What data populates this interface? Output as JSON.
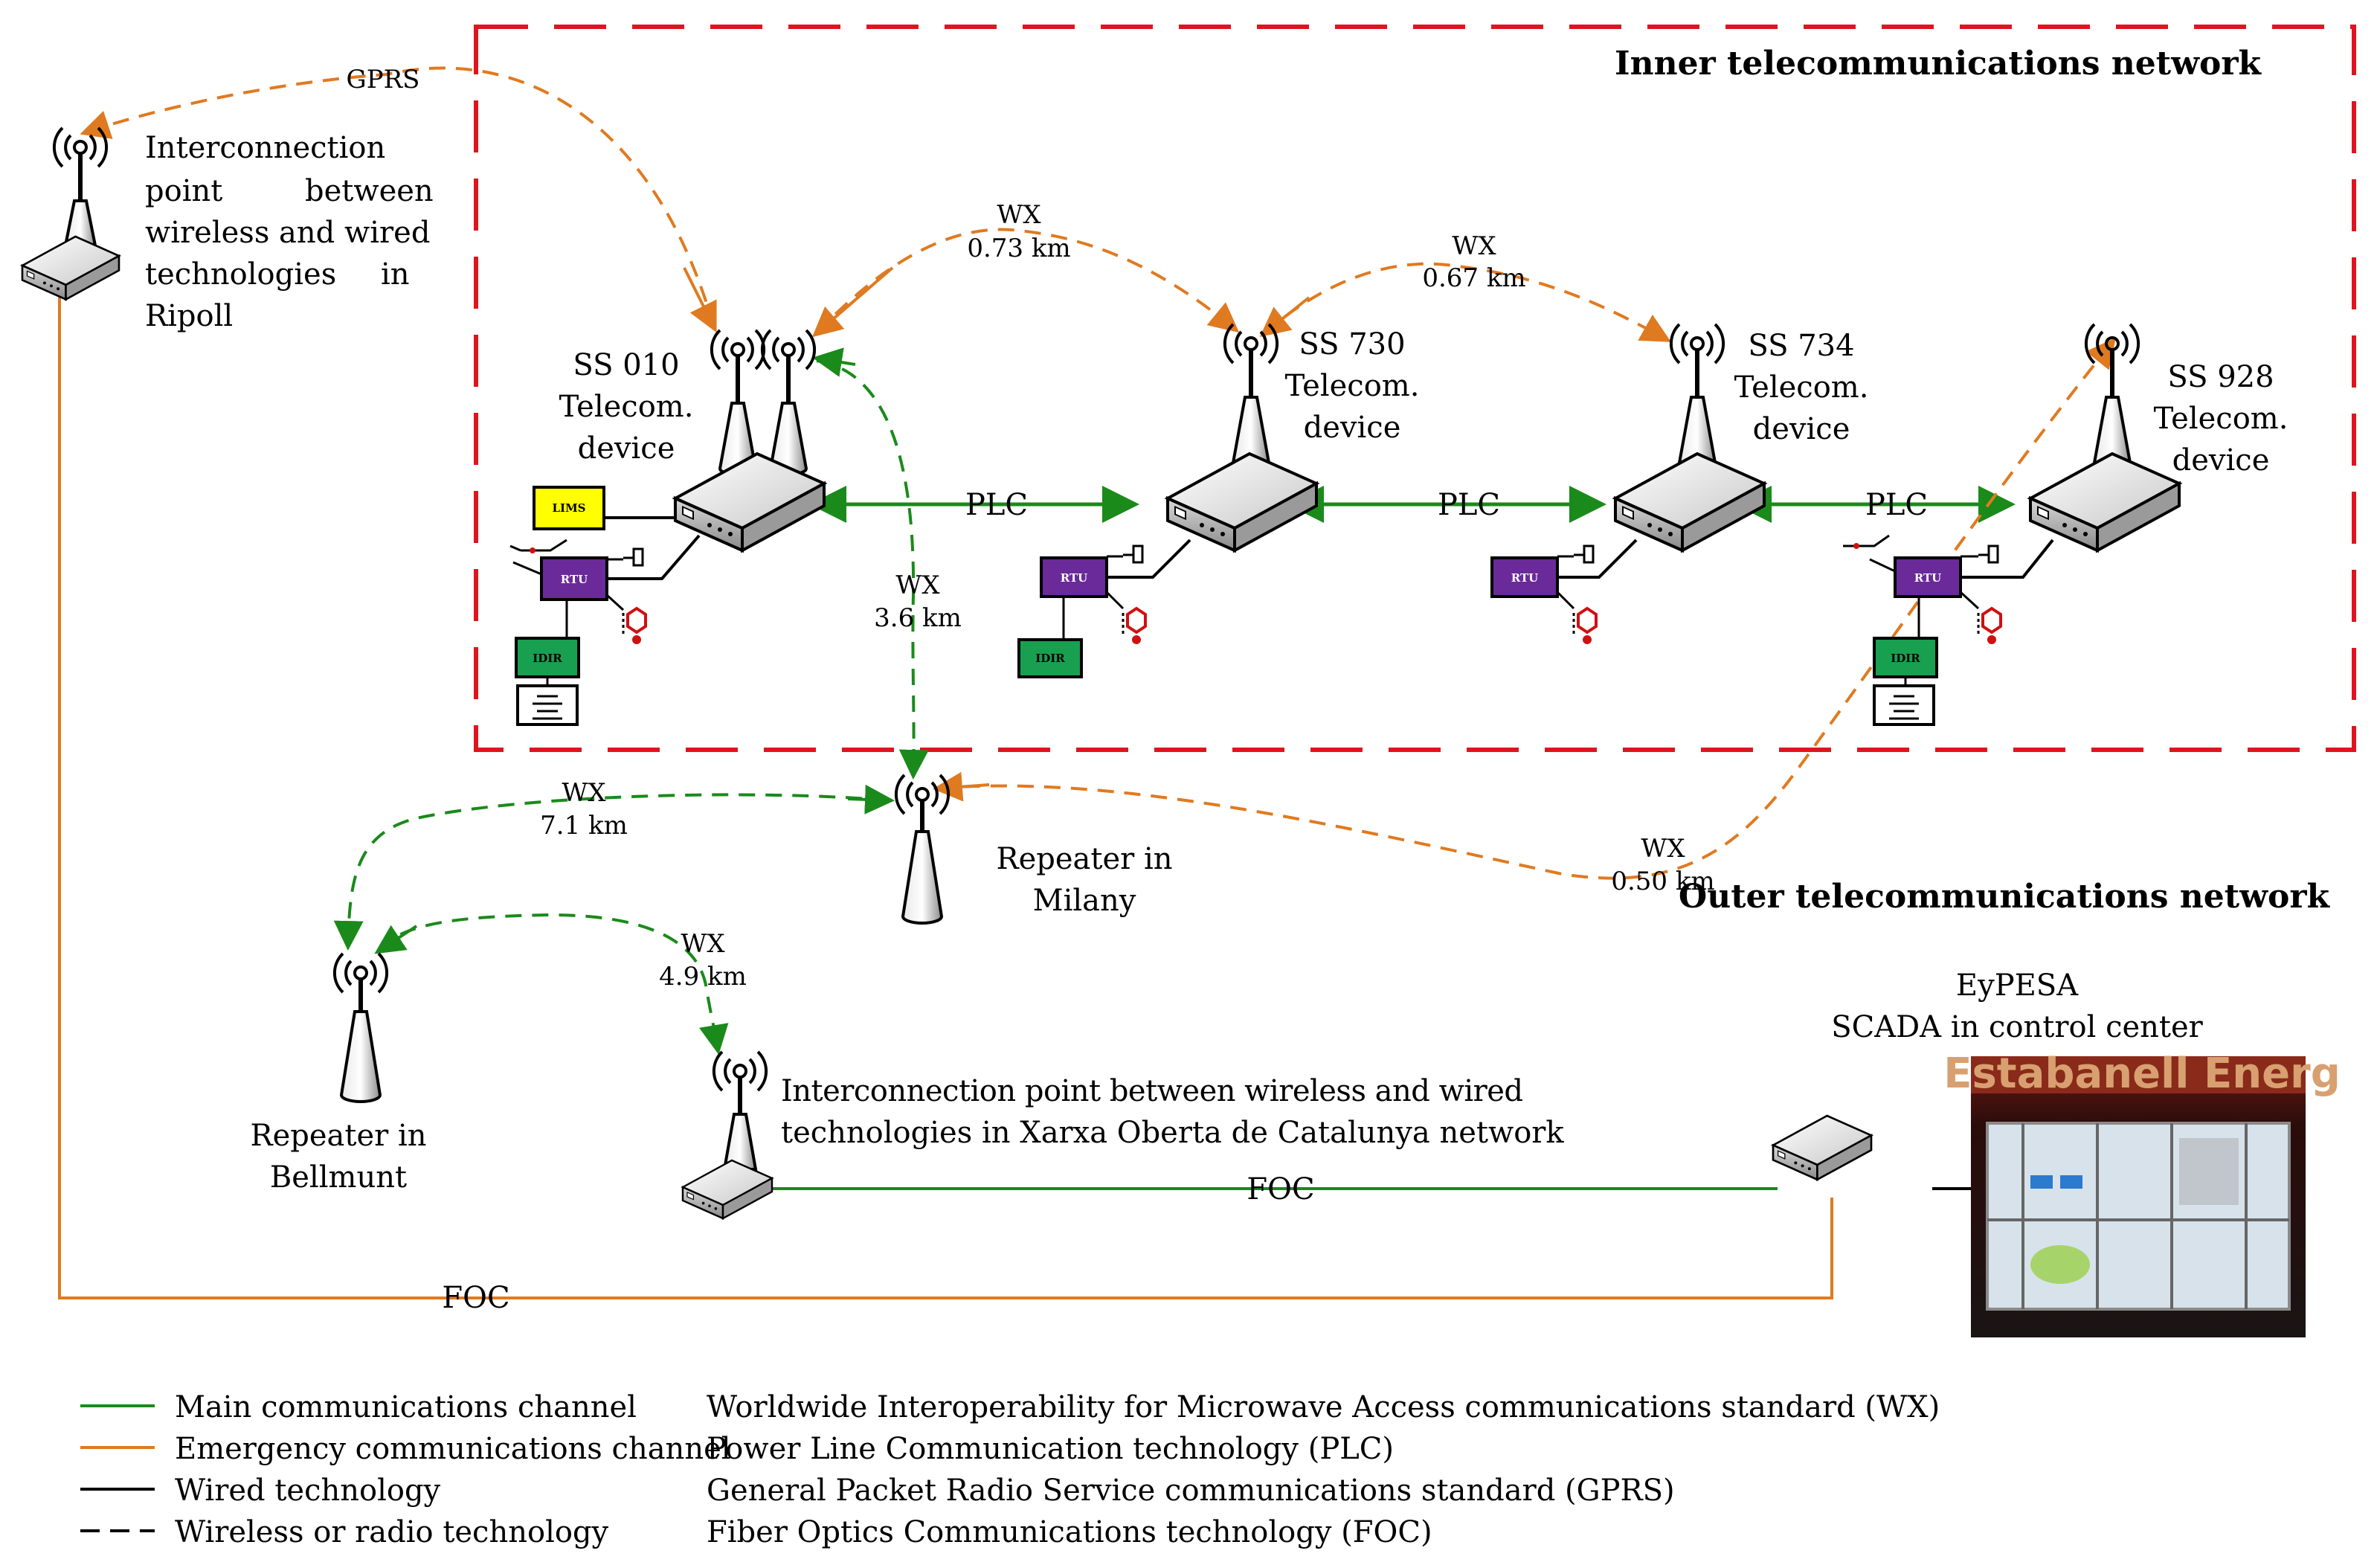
{
  "titles": {
    "inner": "Inner telecommunications network",
    "outer": "Outer telecommunications network"
  },
  "links": {
    "gprs": "GPRS",
    "wx": "WX",
    "plc": "PLC",
    "foc": "FOC",
    "d_073": "0.73 km",
    "d_067": "0.67 km",
    "d_36": "3.6 km",
    "d_71": "7.1 km",
    "d_49": "4.9 km",
    "d_050": "0.50 km"
  },
  "nodes": {
    "ripoll": [
      "Interconnection",
      "point between",
      "wireless and wired",
      "technologies in",
      "Ripoll"
    ],
    "ss010": [
      "SS 010",
      "Telecom.",
      "device"
    ],
    "ss730": [
      "SS 730",
      "Telecom.",
      "device"
    ],
    "ss734": [
      "SS 734",
      "Telecom.",
      "device"
    ],
    "ss928": [
      "SS 928",
      "Telecom.",
      "device"
    ],
    "milany": [
      "Repeater in",
      "Milany"
    ],
    "bellmunt": [
      "Repeater in",
      "Bellmunt"
    ],
    "xoc": [
      "Interconnection point between wireless and wired",
      "technologies in Xarxa Oberta de Catalunya network"
    ],
    "eypesa": [
      "EyPESA",
      "SCADA in control center"
    ]
  },
  "equipment": {
    "rtu": "RTU",
    "lims": "LIMS",
    "idir": "IDIR"
  },
  "photo_sign": "Estabanell Energ",
  "legend": {
    "left": [
      "Main communications channel",
      "Emergency communications channel",
      "Wired technology",
      "Wireless or radio technology"
    ],
    "right": [
      "Worldwide Interoperability for Microwave Access communications standard (WX)",
      "Power Line Communication technology  (PLC)",
      "General Packet Radio Service communications standard (GPRS)",
      "Fiber Optics Communications technology (FOC)"
    ]
  },
  "colors": {
    "main": "#1a8a1a",
    "emergency": "#e07a20",
    "boundary": "#e0141e",
    "rtu": "#6a2a9a",
    "idir": "#18a050",
    "lims": "#ffff00"
  }
}
